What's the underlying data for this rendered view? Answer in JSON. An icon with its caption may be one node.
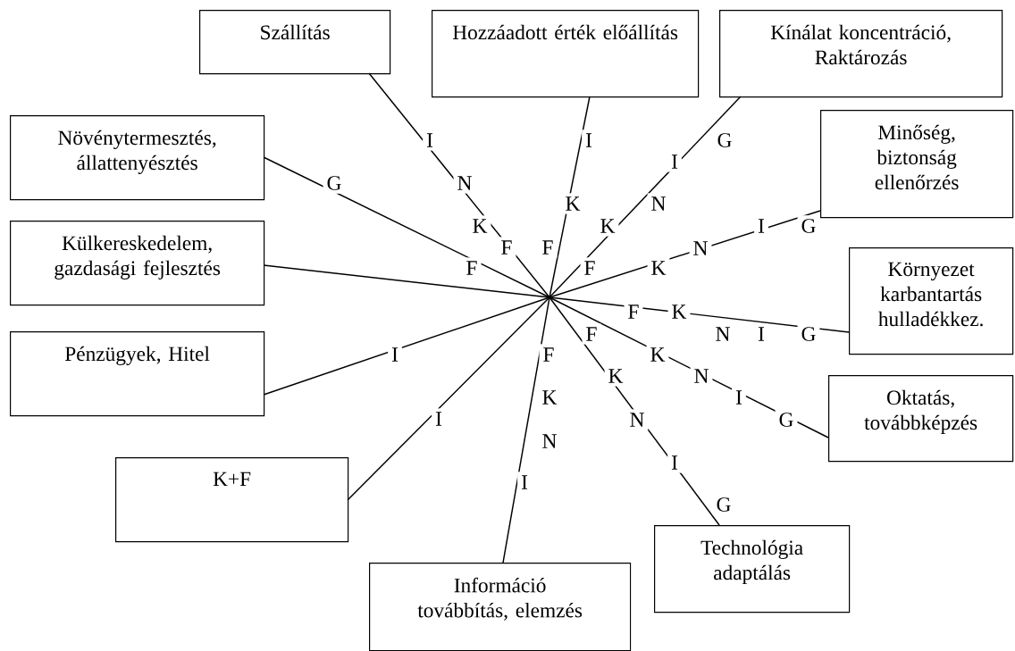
{
  "diagram": {
    "nodes": [
      {
        "text": [
          "Szállítás"
        ]
      },
      {
        "text": [
          "Hozzáadott érték előállítás"
        ]
      },
      {
        "text": [
          "Kínálat koncentráció, Raktározás"
        ]
      },
      {
        "text": [
          "Növénytermesztés, állattenyésztés"
        ]
      },
      {
        "text": [
          "Minőség, biztonság ellenőrzés"
        ]
      },
      {
        "text": [
          "Külkereskedelem, gazdasági fejlesztés"
        ]
      },
      {
        "text": [
          "Környezet karbantartás hulladékkez."
        ]
      },
      {
        "text": [
          "Pénzügyek, Hitel"
        ]
      },
      {
        "text": [
          "Oktatás, továbbképzés"
        ]
      },
      {
        "text": [
          "K+F"
        ]
      },
      {
        "text": [
          "Technológia adaptálás"
        ]
      },
      {
        "text": [
          "Információ továbbítás, elemzés"
        ]
      }
    ],
    "edges": [
      {
        "from": null,
        "to": 0,
        "arrow": "none"
      },
      {
        "from": null,
        "to": 1,
        "arrow": "none"
      },
      {
        "from": null,
        "to": 2,
        "arrow": "none"
      },
      {
        "from": null,
        "to": 3,
        "arrow": "none"
      },
      {
        "from": null,
        "to": 4,
        "arrow": "none"
      },
      {
        "from": null,
        "to": 5,
        "arrow": "none"
      },
      {
        "from": null,
        "to": 6,
        "arrow": "none"
      },
      {
        "from": null,
        "to": 7,
        "arrow": "none"
      },
      {
        "from": null,
        "to": 8,
        "arrow": "none"
      },
      {
        "from": null,
        "to": 9,
        "arrow": "none"
      },
      {
        "from": null,
        "to": 10,
        "arrow": "none"
      },
      {
        "from": null,
        "to": 11,
        "arrow": "none"
      }
    ],
    "labels": [
      "I",
      "I",
      "G",
      "I",
      "G",
      "N",
      "K",
      "N",
      "K",
      "K",
      "N",
      "I",
      "G",
      "F",
      "F",
      "F",
      "F",
      "K",
      "F",
      "K",
      "F",
      "N",
      "I",
      "G",
      "F",
      "K",
      "K",
      "K",
      "N",
      "I",
      "I",
      "I",
      "N",
      "G",
      "N",
      "I",
      "I",
      "G"
    ]
  }
}
